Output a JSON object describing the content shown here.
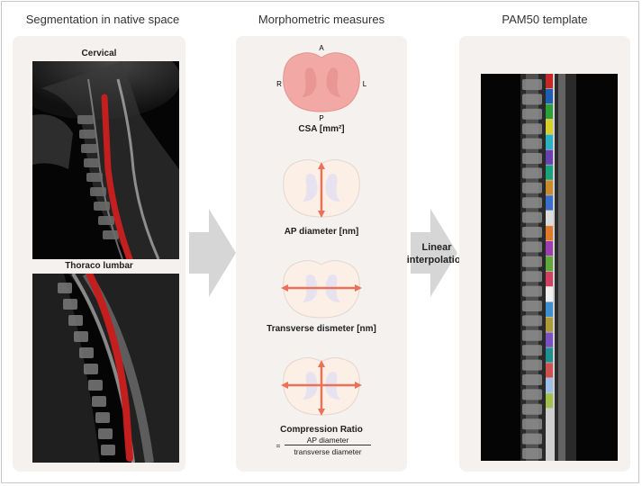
{
  "columns": {
    "left_title": "Segmentation in native space",
    "middle_title": "Morphometric measures",
    "right_title": "PAM50 template"
  },
  "left_panel": {
    "cervical_label": "Cervical",
    "thoraco_label": "Thoraco lumbar"
  },
  "middle_panel": {
    "orientation": {
      "anterior": "A",
      "posterior": "P",
      "right": "R",
      "left": "L"
    },
    "measures": [
      {
        "label": "CSA [mm²]"
      },
      {
        "label": "AP diameter [nm]"
      },
      {
        "label": "Transverse dismeter [nm]"
      },
      {
        "label": "Compression Ratio"
      }
    ],
    "formula": {
      "prefix": "=",
      "numerator": "AP diameter",
      "denominator": "transverse diameter"
    }
  },
  "arrows": {
    "second_label_line1": "Linear",
    "second_label_line2": "interpolation"
  },
  "colors": {
    "panel_bg": "#f4f1ee",
    "arrow": "#d6d6d6",
    "segmentation_red": "#c41f1f",
    "measure_line": "#e8735a",
    "cord_fill": "#fcefe6",
    "csa_fill": "#f2a9a5",
    "vertebral_levels": [
      "#c62828",
      "#1e5fb4",
      "#2e9e3a",
      "#d8d02a",
      "#2bb0c4",
      "#6a3fb0",
      "#1aa07a",
      "#c88a2c",
      "#3a6ec8",
      "#dcdcdc",
      "#e07a2a",
      "#9c3fae",
      "#5fa83a",
      "#d0405f",
      "#f0f0f0",
      "#3f8fcf",
      "#ad9b3a",
      "#7a4fc0",
      "#1f8f8f",
      "#cf5050",
      "#9ec0e8",
      "#a0c050"
    ]
  }
}
